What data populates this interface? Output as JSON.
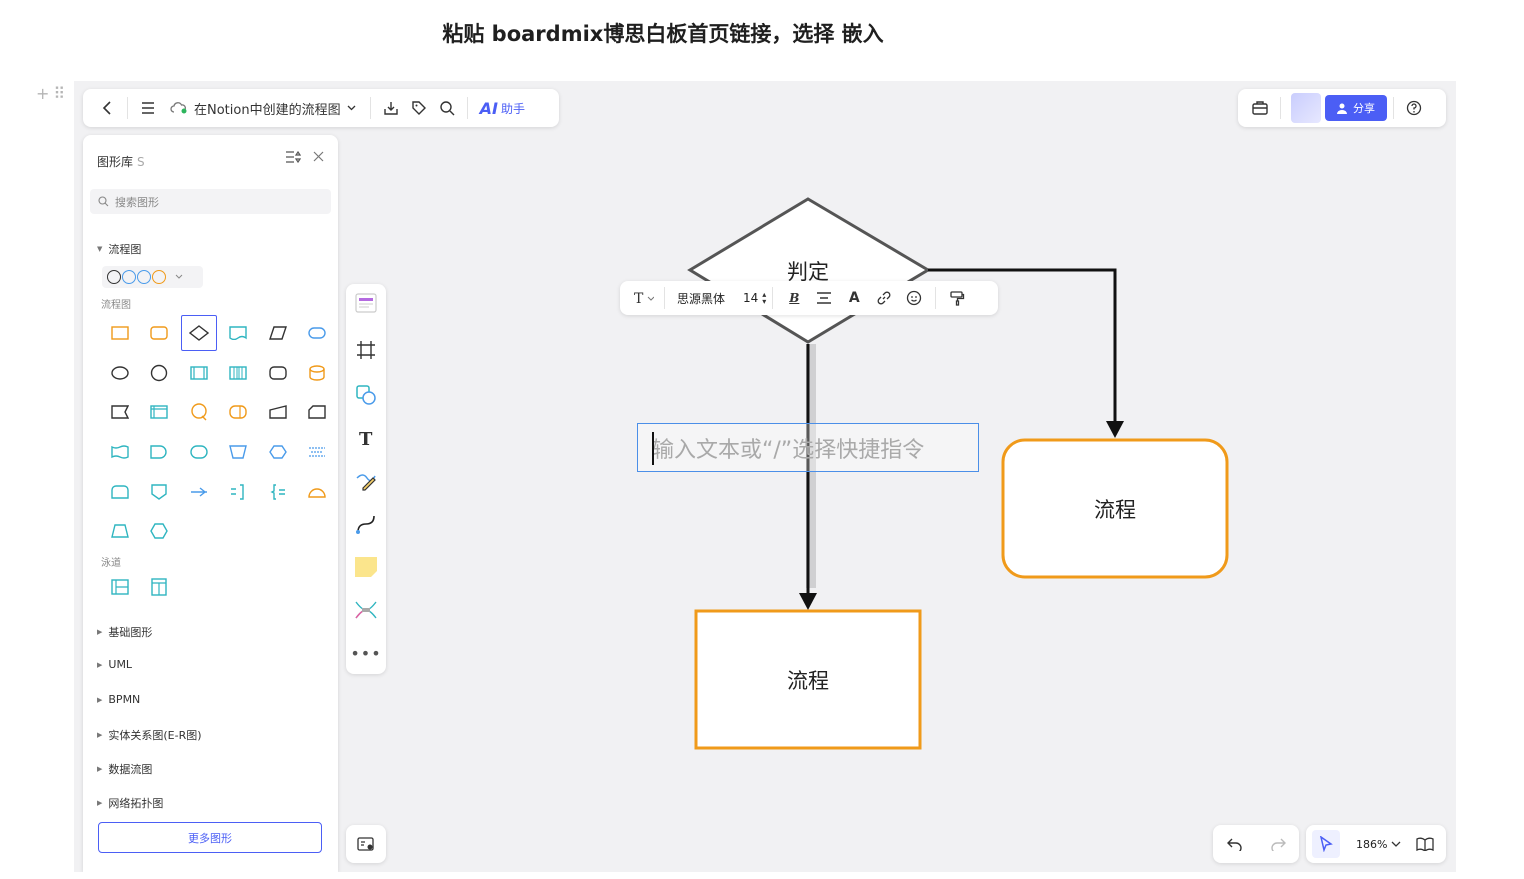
{
  "caption": "粘贴 boardmix博思白板首页链接，选择 嵌入",
  "toolbar": {
    "file_name": "在Notion中创建的流程图",
    "ai_mark": "AI",
    "ai_label": "助手"
  },
  "top_right": {
    "share_label": "分享"
  },
  "shape_panel": {
    "title": "图形库",
    "shortcut": "S",
    "search_placeholder": "搜索图形",
    "section_flowchart": "流程图",
    "sub_flowchart": "流程图",
    "sub_swimlane": "泳道",
    "collapsed_sections": [
      "基础图形",
      "UML",
      "BPMN",
      "实体关系图(E-R图)",
      "数据流图",
      "网络拓扑图"
    ],
    "more_button": "更多图形"
  },
  "format_toolbar": {
    "font_name": "思源黑体",
    "font_size": "14",
    "bold": "B",
    "font_color": "A"
  },
  "diagram": {
    "decision_label": "判定",
    "process_right_label": "流程",
    "process_bottom_label": "流程",
    "text_placeholder": "输入文本或“/”选择快捷指令"
  },
  "zoom": {
    "level": "186%"
  },
  "colors": {
    "accent": "#4b5ef5",
    "shape_orange": "#f09a1a",
    "teal": "#2fb5c0",
    "blue": "#4a9bea"
  }
}
